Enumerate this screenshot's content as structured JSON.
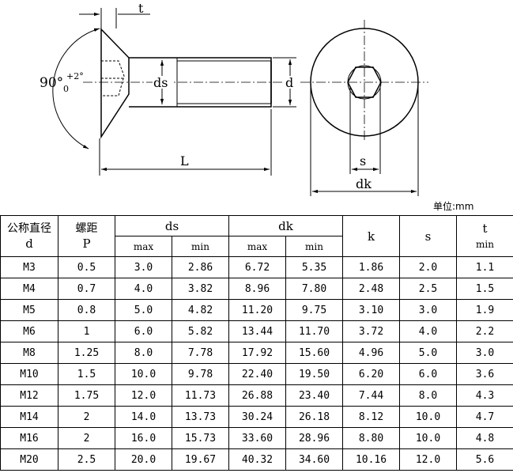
{
  "drawing": {
    "dim_t": "t",
    "dim_ds": "ds",
    "dim_d": "d",
    "dim_L": "L",
    "dim_s": "s",
    "dim_dk": "dk",
    "angle_main": "90°",
    "angle_upper": "+2°",
    "angle_lower": "0"
  },
  "unit_label": "单位:mm",
  "table": {
    "col_nominal": "公称直径",
    "col_nominal_sym": "d",
    "col_pitch": "螺距",
    "col_pitch_sym": "P",
    "col_ds": "ds",
    "col_dk": "dk",
    "col_k": "k",
    "col_s": "s",
    "col_t": "t",
    "sub_max": "max",
    "sub_min": "min",
    "rows": [
      [
        "M3",
        "0.5",
        "3.0",
        "2.86",
        "6.72",
        "5.35",
        "1.86",
        "2.0",
        "1.1"
      ],
      [
        "M4",
        "0.7",
        "4.0",
        "3.82",
        "8.96",
        "7.80",
        "2.48",
        "2.5",
        "1.5"
      ],
      [
        "M5",
        "0.8",
        "5.0",
        "4.82",
        "11.20",
        "9.75",
        "3.10",
        "3.0",
        "1.9"
      ],
      [
        "M6",
        "1",
        "6.0",
        "5.82",
        "13.44",
        "11.70",
        "3.72",
        "4.0",
        "2.2"
      ],
      [
        "M8",
        "1.25",
        "8.0",
        "7.78",
        "17.92",
        "15.60",
        "4.96",
        "5.0",
        "3.0"
      ],
      [
        "M10",
        "1.5",
        "10.0",
        "9.78",
        "22.40",
        "19.50",
        "6.20",
        "6.0",
        "3.6"
      ],
      [
        "M12",
        "1.75",
        "12.0",
        "11.73",
        "26.88",
        "23.40",
        "7.44",
        "8.0",
        "4.3"
      ],
      [
        "M14",
        "2",
        "14.0",
        "13.73",
        "30.24",
        "26.18",
        "8.12",
        "10.0",
        "4.7"
      ],
      [
        "M16",
        "2",
        "16.0",
        "15.73",
        "33.60",
        "28.96",
        "8.80",
        "10.0",
        "4.8"
      ],
      [
        "M20",
        "2.5",
        "20.0",
        "19.67",
        "40.32",
        "34.60",
        "10.16",
        "12.0",
        "5.6"
      ]
    ]
  }
}
